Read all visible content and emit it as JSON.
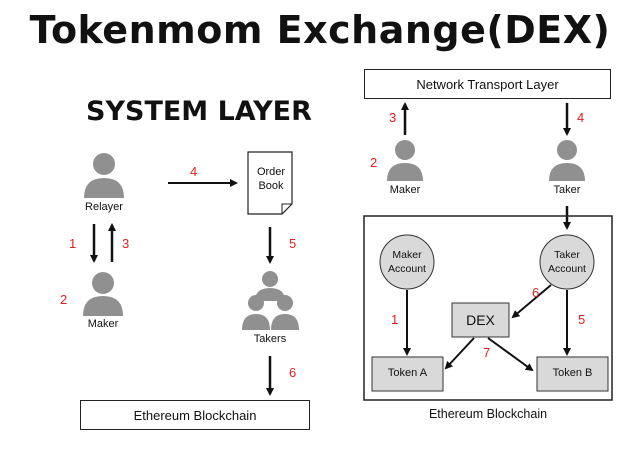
{
  "title": "Tokenmom Exchange(DEX)",
  "left": {
    "section_title": "SYSTEM LAYER",
    "relayer_label": "Relayer",
    "maker_label": "Maker",
    "order_book_line1": "Order",
    "order_book_line2": "Book",
    "takers_label": "Takers",
    "blockchain_label": "Ethereum Blockchain",
    "step_numbers": [
      "1",
      "2",
      "3",
      "4",
      "5",
      "6"
    ]
  },
  "right": {
    "transport_label": "Network Transport Layer",
    "maker_label": "Maker",
    "taker_label": "Taker",
    "maker_account_line1": "Maker",
    "maker_account_line2": "Account",
    "taker_account_line1": "Taker",
    "taker_account_line2": "Account",
    "dex_label": "DEX",
    "token_a_label": "Token A",
    "token_b_label": "Token B",
    "blockchain_label": "Ethereum Blockchain",
    "step_numbers": [
      "1",
      "2",
      "3",
      "4",
      "5",
      "6",
      "7"
    ]
  },
  "colors": {
    "person": "#909090",
    "circle_fill": "#d9d9d9",
    "box_fill": "#d9d9d9",
    "step_number": "#e02020"
  }
}
